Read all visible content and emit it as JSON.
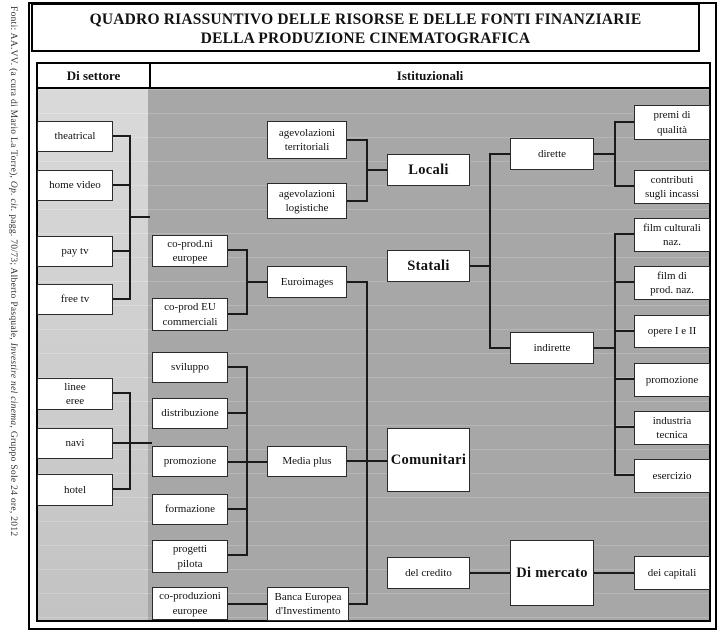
{
  "source_note": {
    "seg1": "Fonti: AA.VV. (a cura di Mario La Torre), ",
    "seg2": "Op. cit.",
    "seg3": " pagg. 70/73; Alberto Pasquale, ",
    "seg4": "Investire nel cinema",
    "seg5": ", Gruppo Sole 24 ore, 2012"
  },
  "title": {
    "line1": "QUADRO RIASSUNTIVO DELLE RISORSE E DELLE FONTI FINANZIARIE",
    "line2": "DELLA PRODUZIONE CINEMATOGRAFICA"
  },
  "headers": {
    "di_settore": "Di settore",
    "istituzionali": "Istituzionali"
  },
  "sector": {
    "theatrical": "theatrical",
    "home_video": "home video",
    "pay_tv": "pay tv",
    "free_tv": "free tv",
    "linee_eree": "linee\neree",
    "navi": "navi",
    "hotel": "hotel"
  },
  "eu": {
    "coprod_ni": "co-prod.ni\neuropee",
    "coprod_eu": "co-prod EU\ncommerciali",
    "sviluppo": "sviluppo",
    "distribuzione": "distribuzione",
    "promozione": "promozione",
    "formazione": "formazione",
    "progetti_pilota": "progetti\npilota",
    "coproduzioni_europee": "co-produzioni\neuropee",
    "euroimages": "Euroimages",
    "media_plus": "Media plus",
    "bei": "Banca Europea\nd'Investimento"
  },
  "local": {
    "agev_territoriali": "agevolazioni\nterritoriali",
    "agev_logistiche": "agevolazioni\nlogistiche"
  },
  "cat": {
    "locali": "Locali",
    "statali": "Statali",
    "comunitari": "Comunitari",
    "di_mercato": "Di mercato"
  },
  "state": {
    "dirette": "dirette",
    "indirette": "indirette",
    "premi": "premi di\nqualità",
    "contributi": "contributi\nsugli incassi",
    "film_culturali": "film culturali\nnaz.",
    "film_prod": "film di\nprod. naz.",
    "opere": "opere  I e II",
    "promozione": "promozione",
    "industria": "industria\ntecnica",
    "esercizio": "esercizio"
  },
  "market": {
    "del_credito": "del credito",
    "dei_capitali": "dei capitali"
  },
  "colors": {
    "dark_panel": "#a7a7a7",
    "light_panel": "#cfcfcf",
    "line": "#1a1a1a",
    "box_border": "#2b2b2b",
    "background": "#ffffff"
  }
}
